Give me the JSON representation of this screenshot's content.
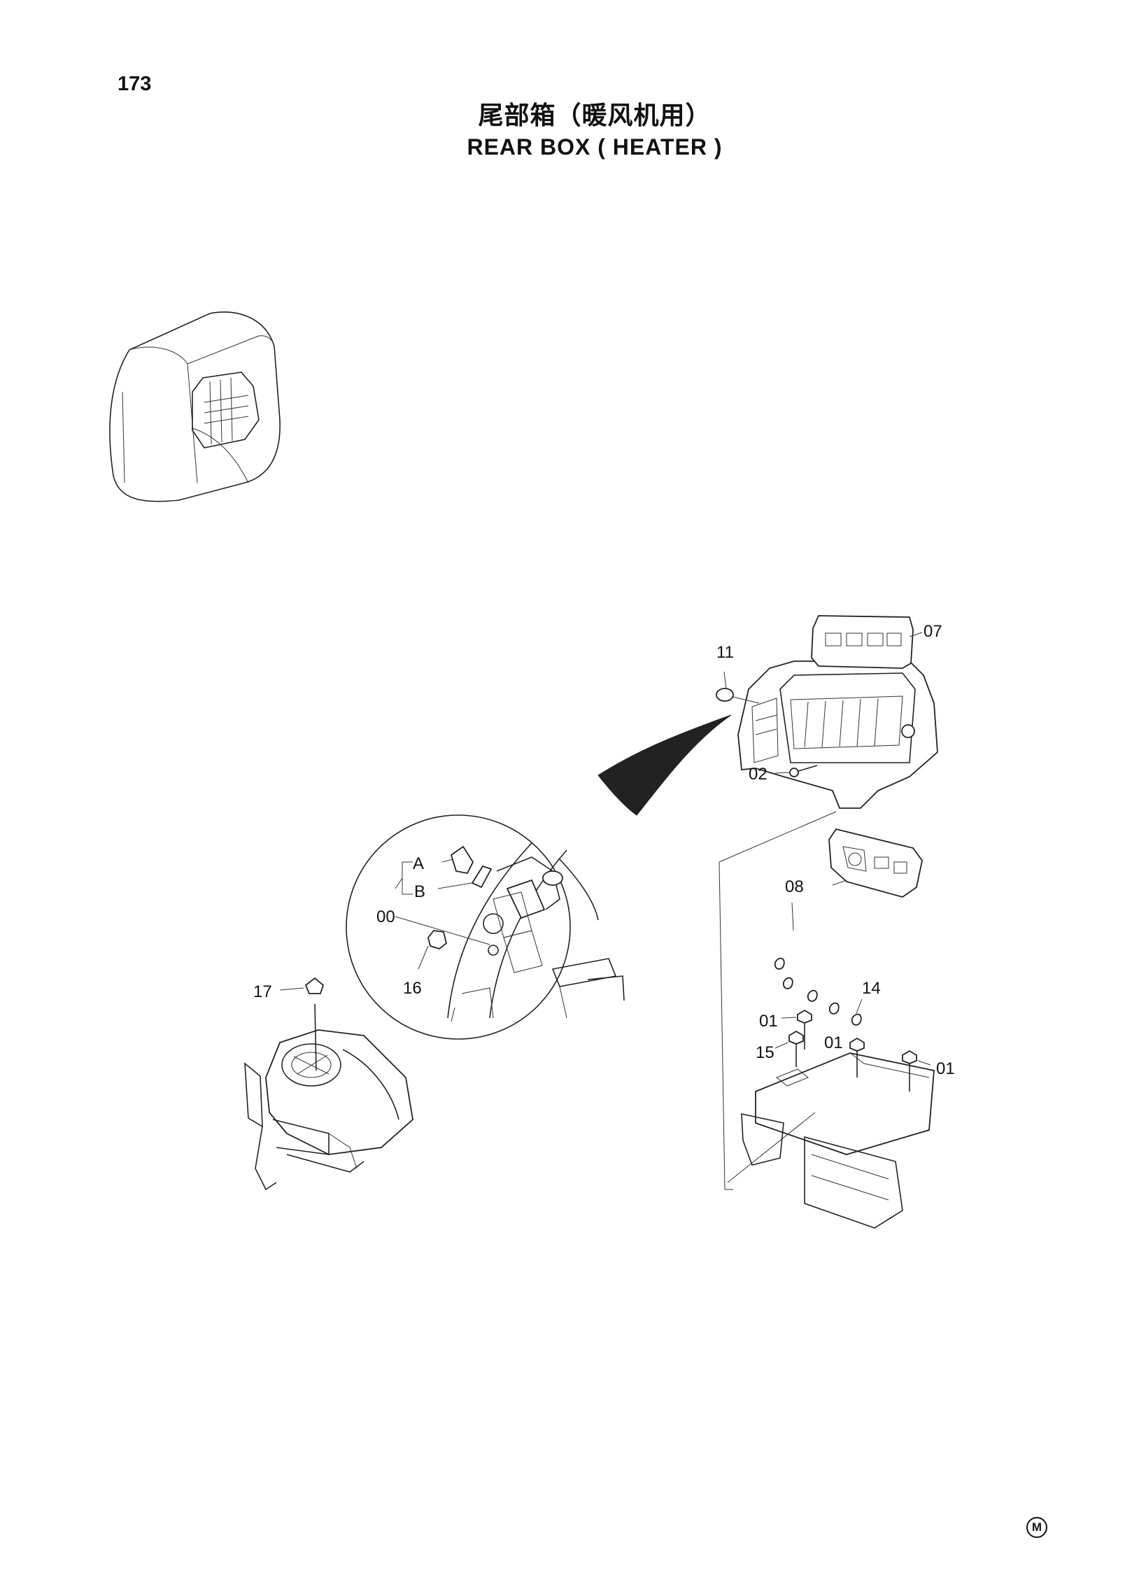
{
  "page": {
    "number": "173",
    "title_cn": "尾部箱（暖风机用）",
    "title_en": "REAR  BOX ( HEATER )",
    "mark": "M"
  },
  "callouts": {
    "c07": "07",
    "c11": "11",
    "c02": "02",
    "c08": "08",
    "cA": "A",
    "cB": "B",
    "c00": "00",
    "c16": "16",
    "c17": "17",
    "c14": "14",
    "c01a": "01",
    "c15": "15",
    "c01b": "01",
    "c01c": "01"
  }
}
